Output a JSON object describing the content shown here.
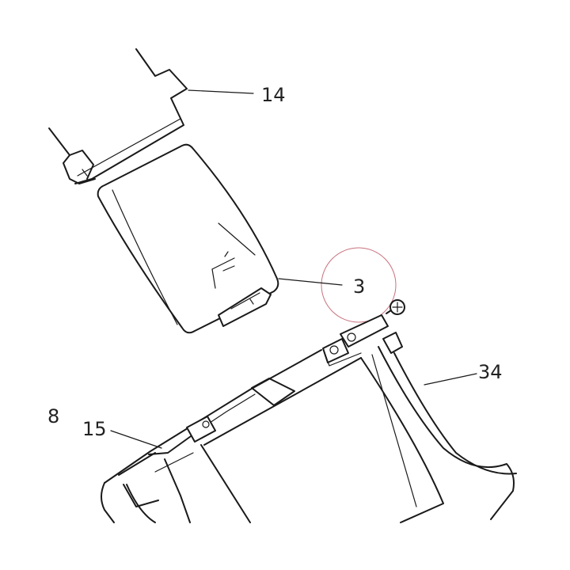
{
  "diagram": {
    "callouts": [
      {
        "id": "14",
        "text": "14"
      },
      {
        "id": "3",
        "text": "3"
      },
      {
        "id": "34",
        "text": "34"
      },
      {
        "id": "8",
        "text": "8"
      },
      {
        "id": "15",
        "text": "15"
      }
    ],
    "colors": {
      "line": "#1a1a1a",
      "highlight_circle": "#c9717f",
      "background": "#ffffff"
    }
  }
}
